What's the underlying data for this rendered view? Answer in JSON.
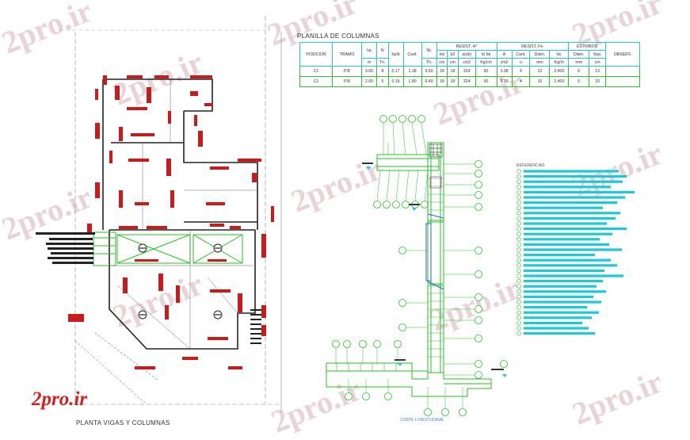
{
  "watermarks": [
    "2pro.ir",
    "2pro.ir",
    "2pro.ir",
    "2pro.ir",
    "2pro.ir",
    "2pro.ir",
    "2pro.ir",
    "2pro.ir",
    "2pro.ir",
    "2pro.ir",
    "2pro.ir",
    "2pro.ir"
  ],
  "brand": "2pro.ir",
  "plan_title": "PLANTA VIGAS Y COLUMNAS",
  "table": {
    "title": "PLANILLA DE COLUMNAS",
    "header1": {
      "posicion": "POSICION",
      "tramo": "TRAMO",
      "hp": "hp",
      "n": "N",
      "hpb": "hp/b",
      "coef": "Coef.",
      "nc": "Nc",
      "resist_h": "RESIST. H°",
      "resist_fe": "RESIST. Fe.",
      "estribos": "ESTRIBOS",
      "observ": "OBSERV."
    },
    "header2": {
      "bd": "bd",
      "bd2": "b2",
      "abxb": "a(xb)",
      "brk": "b/ bk",
      "a": "A",
      "cant": "Cant.",
      "diam": "Diám.",
      "ve": "Ve.",
      "diam2": "Diám.",
      "sep": "Sep."
    },
    "units": {
      "hp": "m",
      "n": "Tn.",
      "nc": "Th.",
      "bd": "cm",
      "bd2": "cm",
      "abxb": "cm2",
      "brk": "Kg/cm",
      "a": "cm2",
      "cant": "u",
      "diam": "mm",
      "ve": "Kg/m",
      "diam2": "mm",
      "sep": "cm"
    },
    "rows": [
      {
        "pos": "C1",
        "tramo": "P.B",
        "hp": "3.00",
        "n": "8",
        "hpb": "0.17",
        "coef": "1.38",
        "nc": "9.60",
        "bd": "18",
        "bd2": "18",
        "abxb": "324",
        "brk": "90",
        "a": "3.38",
        "cant": "4",
        "diam": "12",
        "ve": "2,400",
        "diam2": "6",
        "sep": "13"
      },
      {
        "pos": "C1",
        "tramo": "P.B",
        "hp": "2.60",
        "n": "5",
        "hpb": "0.16",
        "coef": "1.80",
        "nc": "6.40",
        "bd": "18",
        "bd2": "18",
        "abxb": "324",
        "brk": "90",
        "a": "3.30",
        "cant": "4",
        "diam": "10",
        "ve": "2,400",
        "diam2": "6",
        "sep": "20"
      }
    ]
  },
  "references_title": "REFERENCIAS",
  "section_title": "CORTE LONGITUDINAL",
  "colors": {
    "beam": "#27c227",
    "cyan": "#1fc9d4",
    "red": "#c81c1c",
    "dark": "#222222",
    "brand": "#d42020"
  }
}
